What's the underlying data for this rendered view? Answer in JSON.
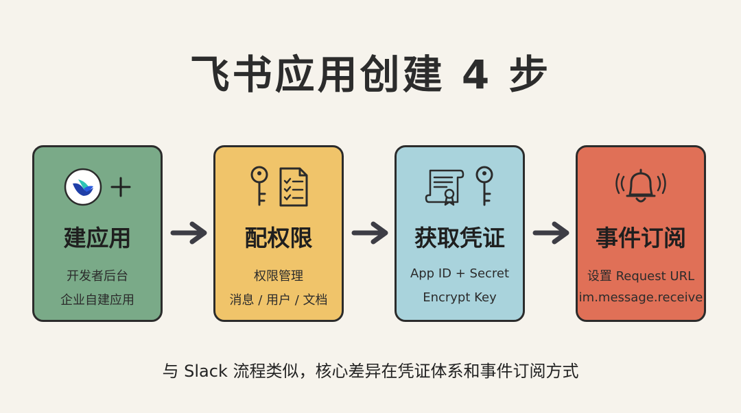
{
  "title": "飞书应用创建 4 步",
  "colors": {
    "background": "#f6f3ec",
    "step1": "#7aaa88",
    "step2": "#f0c46a",
    "step3": "#a9d3dc",
    "step4": "#e07057",
    "outline": "#2b2b2b",
    "arrow": "#3d3d45"
  },
  "steps": [
    {
      "title": "建应用",
      "line1": "开发者后台",
      "line2": "企业自建应用",
      "icons": [
        "feishu-logo-icon",
        "plus-icon"
      ]
    },
    {
      "title": "配权限",
      "line1": "权限管理",
      "line2": "消息 / 用户 / 文档",
      "icons": [
        "key-icon",
        "checklist-document-icon"
      ]
    },
    {
      "title": "获取凭证",
      "line1": "App ID + Secret",
      "line2": "Encrypt Key",
      "icons": [
        "certificate-scroll-icon",
        "key-icon"
      ]
    },
    {
      "title": "事件订阅",
      "line1": "设置 Request URL",
      "line2": "im.message.receive",
      "icons": [
        "ringing-bell-icon"
      ]
    }
  ],
  "footer": "与 Slack 流程类似，核心差异在凭证体系和事件订阅方式"
}
